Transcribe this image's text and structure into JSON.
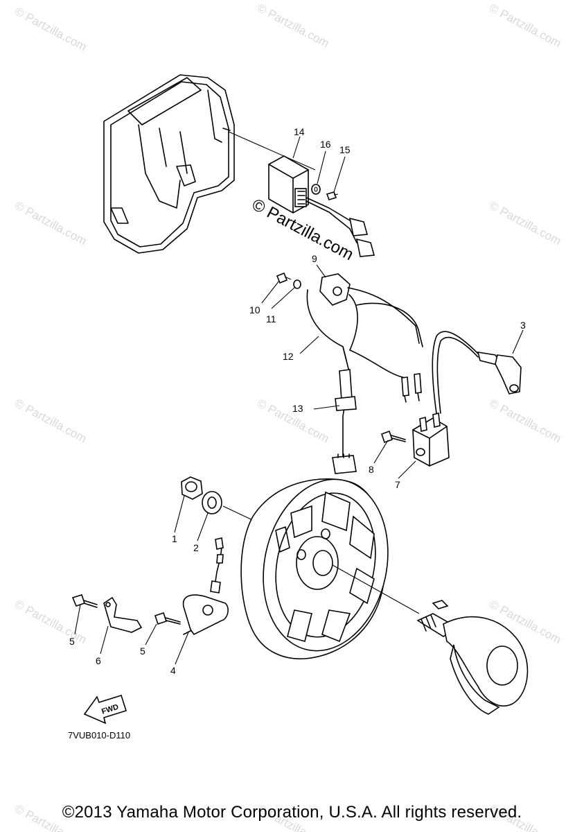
{
  "watermark": {
    "text": "© Partzilla.com",
    "center_text": "© Partzilla.com"
  },
  "callouts": {
    "c1": "1",
    "c2": "2",
    "c3": "3",
    "c4": "4",
    "c5a": "5",
    "c5b": "5",
    "c6": "6",
    "c7": "7",
    "c8": "8",
    "c9": "9",
    "c10": "10",
    "c11": "11",
    "c12": "12",
    "c13": "13",
    "c14": "14",
    "c15": "15",
    "c16": "16"
  },
  "fwd_label": "FWD",
  "diagram_code": "7VUB010-D110",
  "copyright": "©2013 Yamaha Motor Corporation, U.S.A. All rights reserved."
}
